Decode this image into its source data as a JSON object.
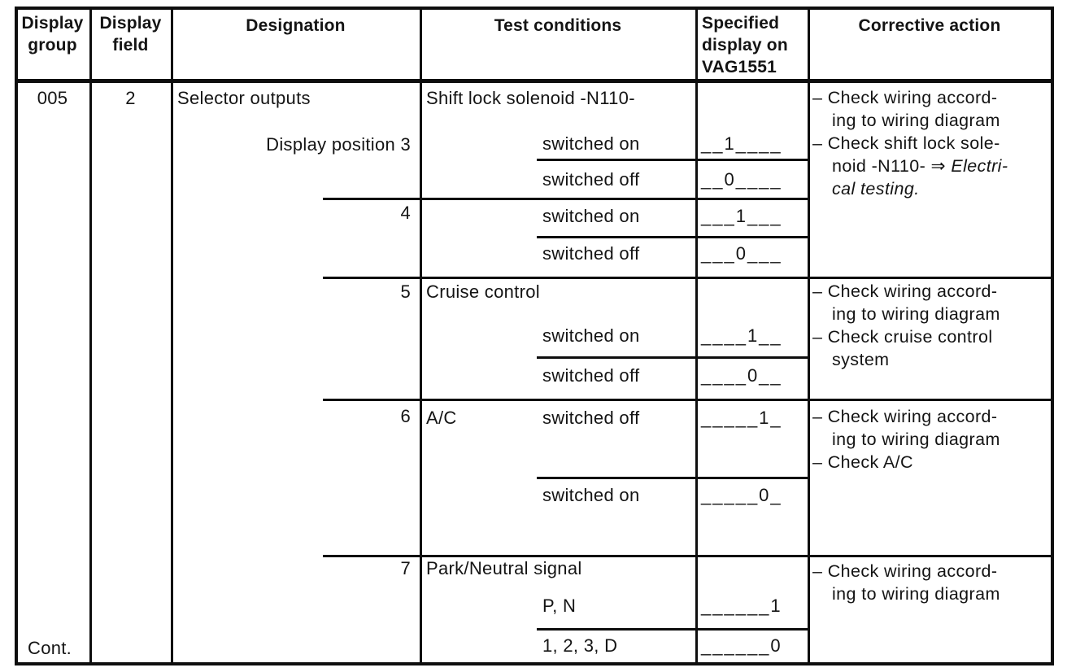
{
  "header": {
    "display_group": "Display group",
    "display_field": "Display field",
    "designation": "Designation",
    "test_conditions": "Test conditions",
    "specified_display": "Specified display on VAG1551",
    "corrective_action": "Corrective action"
  },
  "row": {
    "display_group": "005",
    "display_field": "2",
    "designation": "Selector outputs",
    "position3": "Display position 3",
    "position4": "4",
    "position5": "5",
    "position6": "6",
    "position7": "7",
    "cont": "Cont."
  },
  "sections": {
    "shift_lock": {
      "title": "Shift lock solenoid -N110-",
      "on_label": "switched on",
      "on_value": "__1____",
      "off_label": "switched off",
      "off_value": "__0____"
    },
    "pos4": {
      "on_label": "switched on",
      "on_value": "___1___",
      "off_label": "switched off",
      "off_value": "___0___"
    },
    "cruise": {
      "title": "Cruise control",
      "on_label": "switched on",
      "on_value": "____1__",
      "off_label": "switched off",
      "off_value": "____0__"
    },
    "ac": {
      "title": "A/C",
      "off_label": "switched off",
      "off_value": "_____1_",
      "on_label": "switched on",
      "on_value": "_____0_"
    },
    "park_neutral": {
      "title": "Park/Neutral signal",
      "pn_label": "P, N",
      "pn_value": "______1",
      "drive_label": "1, 2, 3, D",
      "drive_value": "______0"
    }
  },
  "corrective": {
    "shift_lock": {
      "l1": "– Check wiring accord-",
      "l2": "ing to wiring diagram",
      "l3": "– Check shift lock sole-",
      "l4a": "noid -N110- ",
      "l4arrow": "⇒",
      "l4b": " Electri-",
      "l5": "cal testing."
    },
    "cruise": {
      "l1": "– Check wiring accord-",
      "l2": "ing to wiring diagram",
      "l3": "– Check cruise control",
      "l4": "system"
    },
    "ac": {
      "l1": "– Check wiring accord-",
      "l2": "ing to wiring diagram",
      "l3": "– Check A/C"
    },
    "park_neutral": {
      "l1": "– Check wiring accord-",
      "l2": "ing to wiring diagram"
    }
  }
}
